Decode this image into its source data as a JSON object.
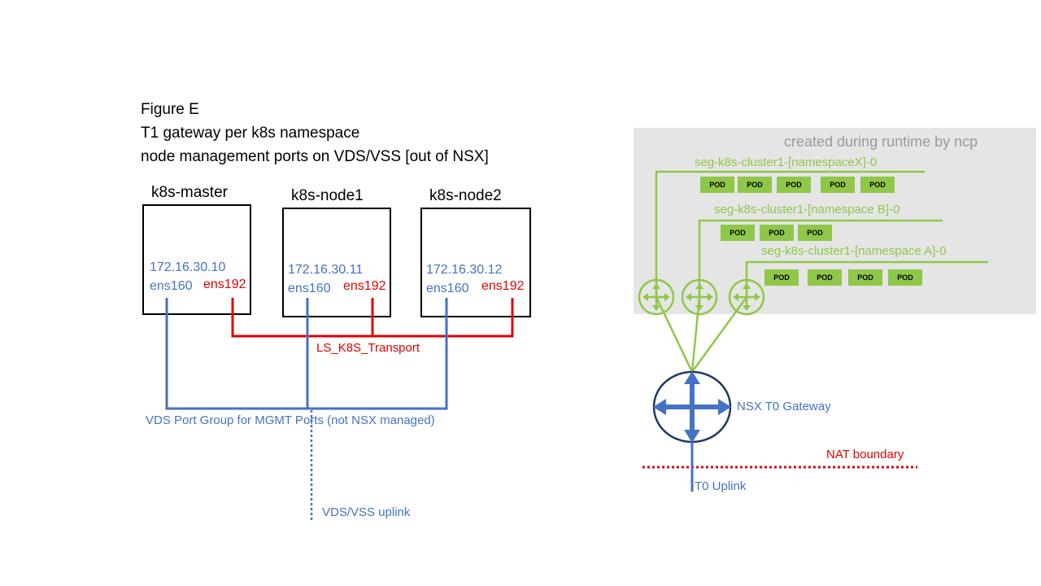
{
  "title": {
    "line1": "Figure E",
    "line2": "T1 gateway per k8s namespace",
    "line3": "node management ports on VDS/VSS [out of NSX]"
  },
  "nodes": [
    {
      "name": "k8s-master",
      "ip": "172.16.30.10",
      "mgmt_if": "ens160",
      "transport_if": "ens192"
    },
    {
      "name": "k8s-node1",
      "ip": "172.16.30.11",
      "mgmt_if": "ens160",
      "transport_if": "ens192"
    },
    {
      "name": "k8s-node2",
      "ip": "172.16.30.12",
      "mgmt_if": "ens160",
      "transport_if": "ens192"
    }
  ],
  "transport_label": "LS_K8S_Transport",
  "mgmt_portgroup_label": "VDS Port Group for MGMT Ports (not NSX managed)",
  "vds_uplink_label": "VDS/VSS uplink",
  "runtime": {
    "label": "created during runtime by ncp",
    "segments": [
      {
        "name": "seg-k8s-cluster1-[namespaceX]-0",
        "pods": [
          "POD",
          "POD",
          "POD",
          "POD",
          "POD"
        ]
      },
      {
        "name": "seg-k8s-cluster1-[namespace B]-0",
        "pods": [
          "POD",
          "POD",
          "POD"
        ]
      },
      {
        "name": "seg-k8s-cluster1-[namespace A]-0",
        "pods": [
          "POD",
          "POD",
          "POD",
          "POD"
        ]
      }
    ]
  },
  "t0": {
    "label": "NSX T0 Gateway",
    "nat_label": "NAT boundary",
    "uplink_label": "T0 Uplink"
  },
  "colors": {
    "mgmt": "#4472c4",
    "transport": "#e00000",
    "ncp": "#8fc748",
    "runtime_bg": "#e5e5e5"
  },
  "icons": [
    "t1-router-icon",
    "t1-router-icon",
    "t1-router-icon",
    "t0-router-icon"
  ]
}
